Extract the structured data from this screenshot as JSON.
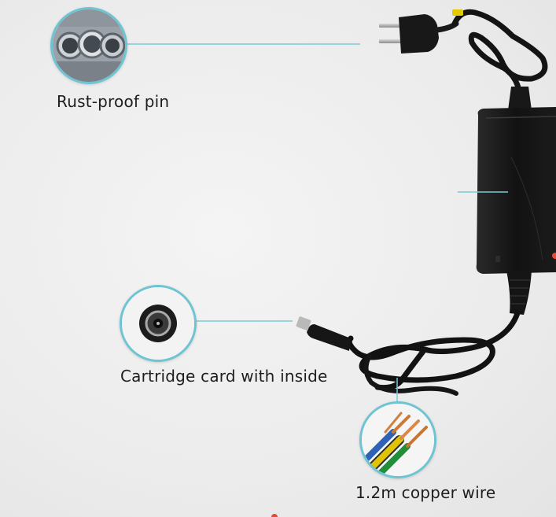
{
  "callouts": [
    {
      "id": "pin",
      "label": "Rust-proof pin",
      "icon": "steel-tubes-icon"
    },
    {
      "id": "cartridge",
      "label": "Cartridge card with inside",
      "icon": "dc-barrel-plug-icon"
    },
    {
      "id": "wire",
      "label": "1.2m copper wire",
      "icon": "copper-wire-cross-section-icon"
    }
  ],
  "colors": {
    "accent_line": "#7cc9d6",
    "adapter_body": "#141414",
    "background": "#ececec"
  }
}
